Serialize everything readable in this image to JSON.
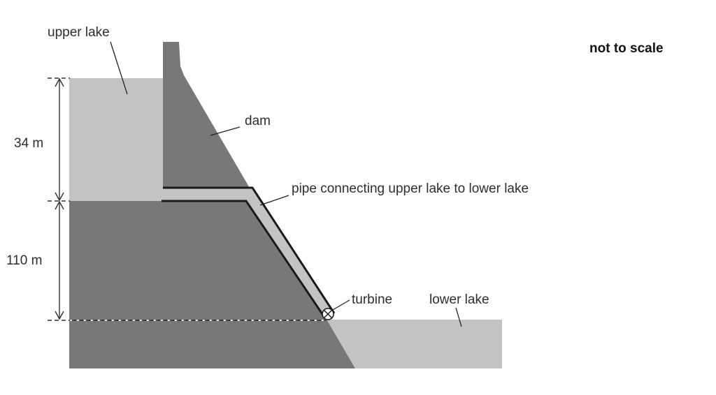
{
  "labels": {
    "upper_lake": "upper lake",
    "dam": "dam",
    "pipe": "pipe connecting upper lake to lower lake",
    "turbine": "turbine",
    "lower_lake": "lower lake",
    "not_to_scale": "not to scale"
  },
  "dimensions": {
    "upper_height": "34 m",
    "lower_height": "110 m"
  },
  "colors": {
    "water": "#c2c3c5",
    "rock": "#77787a",
    "line": "#1a1a1a"
  }
}
